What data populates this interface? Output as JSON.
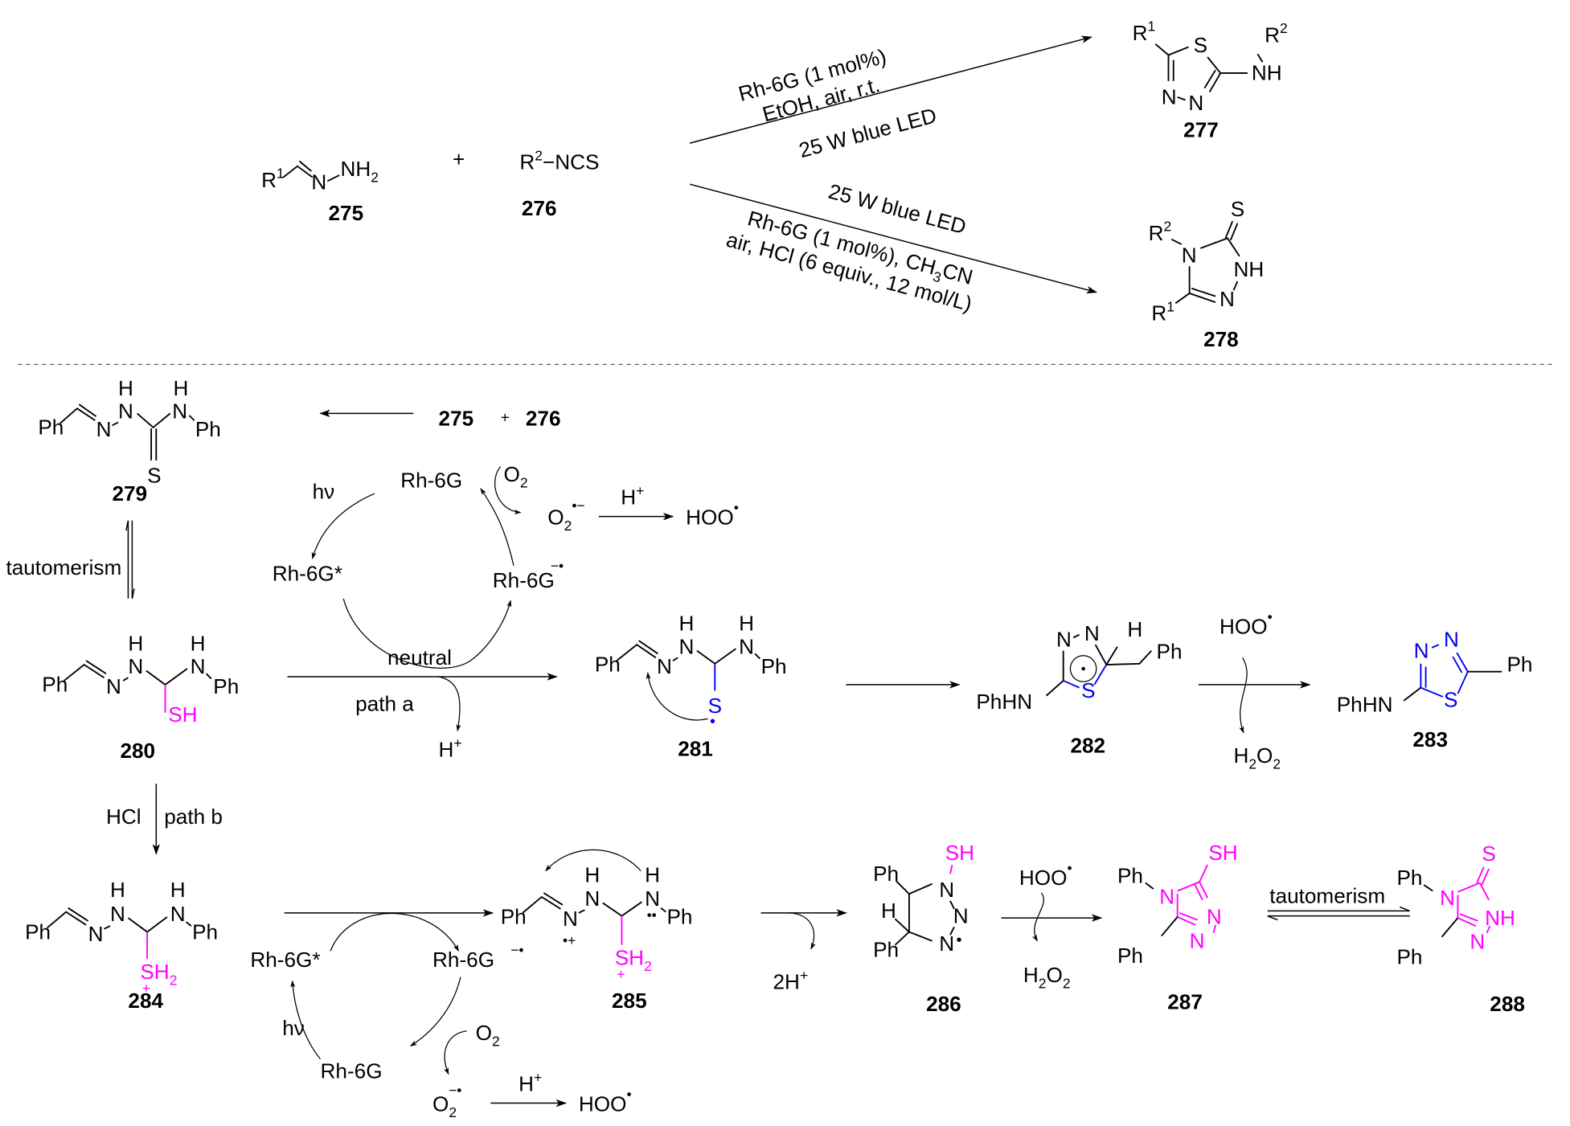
{
  "figure": {
    "title": "Rh-6G photocatalysed synthesis of 1,3,4-thiadiazoles and 1,2,4-triazole-3-thiones and proposed mechanism",
    "colors": {
      "ink": "#000000",
      "highlight_magenta": "#ff00ff",
      "highlight_blue": "#0000ee"
    }
  },
  "top": {
    "reactant1": {
      "label": "275",
      "r": "R",
      "r_sup": "1",
      "n": "N",
      "nh2": "NH",
      "nh2_sub": "2"
    },
    "plus": "+",
    "reactant2": {
      "label": "276",
      "r": "R",
      "r_sup": "2",
      "ncs": "−NCS"
    },
    "upper_arrow": {
      "line1": "Rh-6G (1 mol%)",
      "line2": "EtOH, air, r.t.",
      "below": "25 W blue LED"
    },
    "lower_arrow": {
      "above": "25 W blue LED",
      "line1_a": "Rh-6G (1 mol%), CH",
      "line1_sub": "3",
      "line1_b": "CN",
      "line2": "air, HCl (6 equiv., 12 mol/L)"
    },
    "product277": {
      "label": "277",
      "r1": "R",
      "r1_sup": "1",
      "s": "S",
      "n1": "N",
      "n2": "N",
      "nh": "NH",
      "r2": "R",
      "r2_sup": "2"
    },
    "product278": {
      "label": "278",
      "s": "S",
      "r2": "R",
      "r2_sup": "2",
      "n4": "N",
      "nh": "NH",
      "n": "N",
      "r1": "R",
      "r1_sup": "1"
    }
  },
  "mechanism": {
    "start": {
      "a": "275",
      "plus": "+",
      "b": "276"
    },
    "c279": {
      "label": "279",
      "ph1": "Ph",
      "n1": "N",
      "h1": "H",
      "n2": "N",
      "h2": "H",
      "n3": "N",
      "ph2": "Ph",
      "s": "S"
    },
    "tautomerism_left": "tautomerism",
    "c280": {
      "label": "280",
      "ph1": "Ph",
      "n1": "N",
      "h1": "H",
      "n2": "N",
      "h2": "H",
      "n3": "N",
      "ph2": "Ph",
      "sh": "SH"
    },
    "cycle_a": {
      "rh": "Rh-6G",
      "o2": "O",
      "o2_sub": "2",
      "hv": "hν",
      "rh_star": "Rh-6G*",
      "rh_rad": "Rh-6G",
      "rh_rad_sup": "−•",
      "o2_rad": "O",
      "o2_rad_sub": "2",
      "o2_rad_sup": "•−",
      "hplus": "H",
      "hplus_sup": "+",
      "hoo": "HOO",
      "hoo_sup": "•"
    },
    "path_a": {
      "neutral": "neutral",
      "label": "path a",
      "hplus": "H",
      "hplus_sup": "+"
    },
    "c281": {
      "label": "281",
      "ph1": "Ph",
      "n1": "N",
      "h1": "H",
      "n2": "N",
      "h2": "H",
      "n3": "N",
      "ph2": "Ph",
      "s": "S",
      "rad": "•"
    },
    "c282": {
      "label": "282",
      "n1": "N",
      "n2": "N",
      "h": "H",
      "ph": "Ph",
      "phhn": "PhHN",
      "s": "S"
    },
    "step282": {
      "hoo": "HOO",
      "hoo_sup": "•",
      "h2o2_a": "H",
      "h2o2_sub1": "2",
      "h2o2_b": "O",
      "h2o2_sub2": "2"
    },
    "c283": {
      "label": "283",
      "n1": "N",
      "n2": "N",
      "ph": "Ph",
      "phhn": "PhHN",
      "s": "S"
    },
    "path_b": {
      "hcl": "HCl",
      "label": "path b"
    },
    "c284": {
      "label": "284",
      "ph1": "Ph",
      "n1": "N",
      "h1": "H",
      "n2": "N",
      "h2": "H",
      "n3": "N",
      "ph2": "Ph",
      "sh2": "SH",
      "sh2_sub": "2",
      "plus": "+"
    },
    "cycle_b": {
      "rh_star": "Rh-6G*",
      "rh_rad": "Rh-6G",
      "rh_rad_sup": "−•",
      "hv": "hν",
      "rh": "Rh-6G",
      "o2": "O",
      "o2_sub": "2",
      "o2_rad": "O",
      "o2_rad_sub": "2",
      "o2_rad_sup": "−•",
      "hplus": "H",
      "hplus_sup": "+",
      "hoo": "HOO",
      "hoo_sup": "•"
    },
    "c285": {
      "label": "285",
      "ph1": "Ph",
      "n1": "N",
      "n1_charge": "•+",
      "h1": "H",
      "n2": "N",
      "h2": "H",
      "n3": "N",
      "lone_pair": "••",
      "ph2": "Ph",
      "sh2": "SH",
      "sh2_sub": "2",
      "plus": "+"
    },
    "step285": {
      "two_h": "2H",
      "two_h_sup": "+"
    },
    "c286": {
      "label": "286",
      "sh": "SH",
      "ph1": "Ph",
      "h": "H",
      "ph2": "Ph",
      "n1": "N",
      "n2": "N",
      "n3": "N",
      "rad": "•"
    },
    "step286": {
      "hoo": "HOO",
      "hoo_sup": "•",
      "h2o2_a": "H",
      "h2o2_sub1": "2",
      "h2o2_b": "O",
      "h2o2_sub2": "2"
    },
    "c287": {
      "label": "287",
      "sh": "SH",
      "ph1": "Ph",
      "n4": "N",
      "n1": "N",
      "n2": "N",
      "ph2": "Ph"
    },
    "tautomerism_right": "tautomerism",
    "c288": {
      "label": "288",
      "s": "S",
      "ph1": "Ph",
      "n4": "N",
      "nh": "NH",
      "n": "N",
      "ph2": "Ph"
    }
  }
}
